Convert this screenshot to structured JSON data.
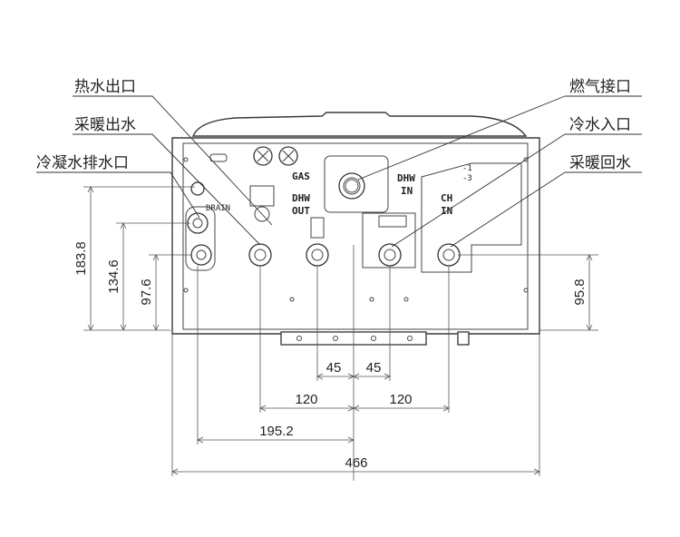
{
  "callouts": {
    "hot_water_out": "热水出口",
    "heating_out": "采暖出水",
    "condensate_drain": "冷凝水排水口",
    "gas_inlet": "燃气接口",
    "cold_water_in": "冷水入口",
    "heating_return": "采暖回水"
  },
  "plate_labels": {
    "gas": "GAS",
    "dhw_out_1": "DHW",
    "dhw_out_2": "OUT",
    "dhw_in_1": "DHW",
    "dhw_in_2": "IN",
    "ch_in_1": "CH",
    "ch_in_2": "IN",
    "drain": "DRAIN",
    "mark_1": "-1",
    "mark_2": "-3"
  },
  "dimensions": {
    "h_183_8": "183.8",
    "h_134_6": "134.6",
    "h_97_6": "97.6",
    "h_95_8": "95.8",
    "w_45_left": "45",
    "w_45_right": "45",
    "w_120_left": "120",
    "w_120_right": "120",
    "w_195_2": "195.2",
    "w_466": "466"
  }
}
